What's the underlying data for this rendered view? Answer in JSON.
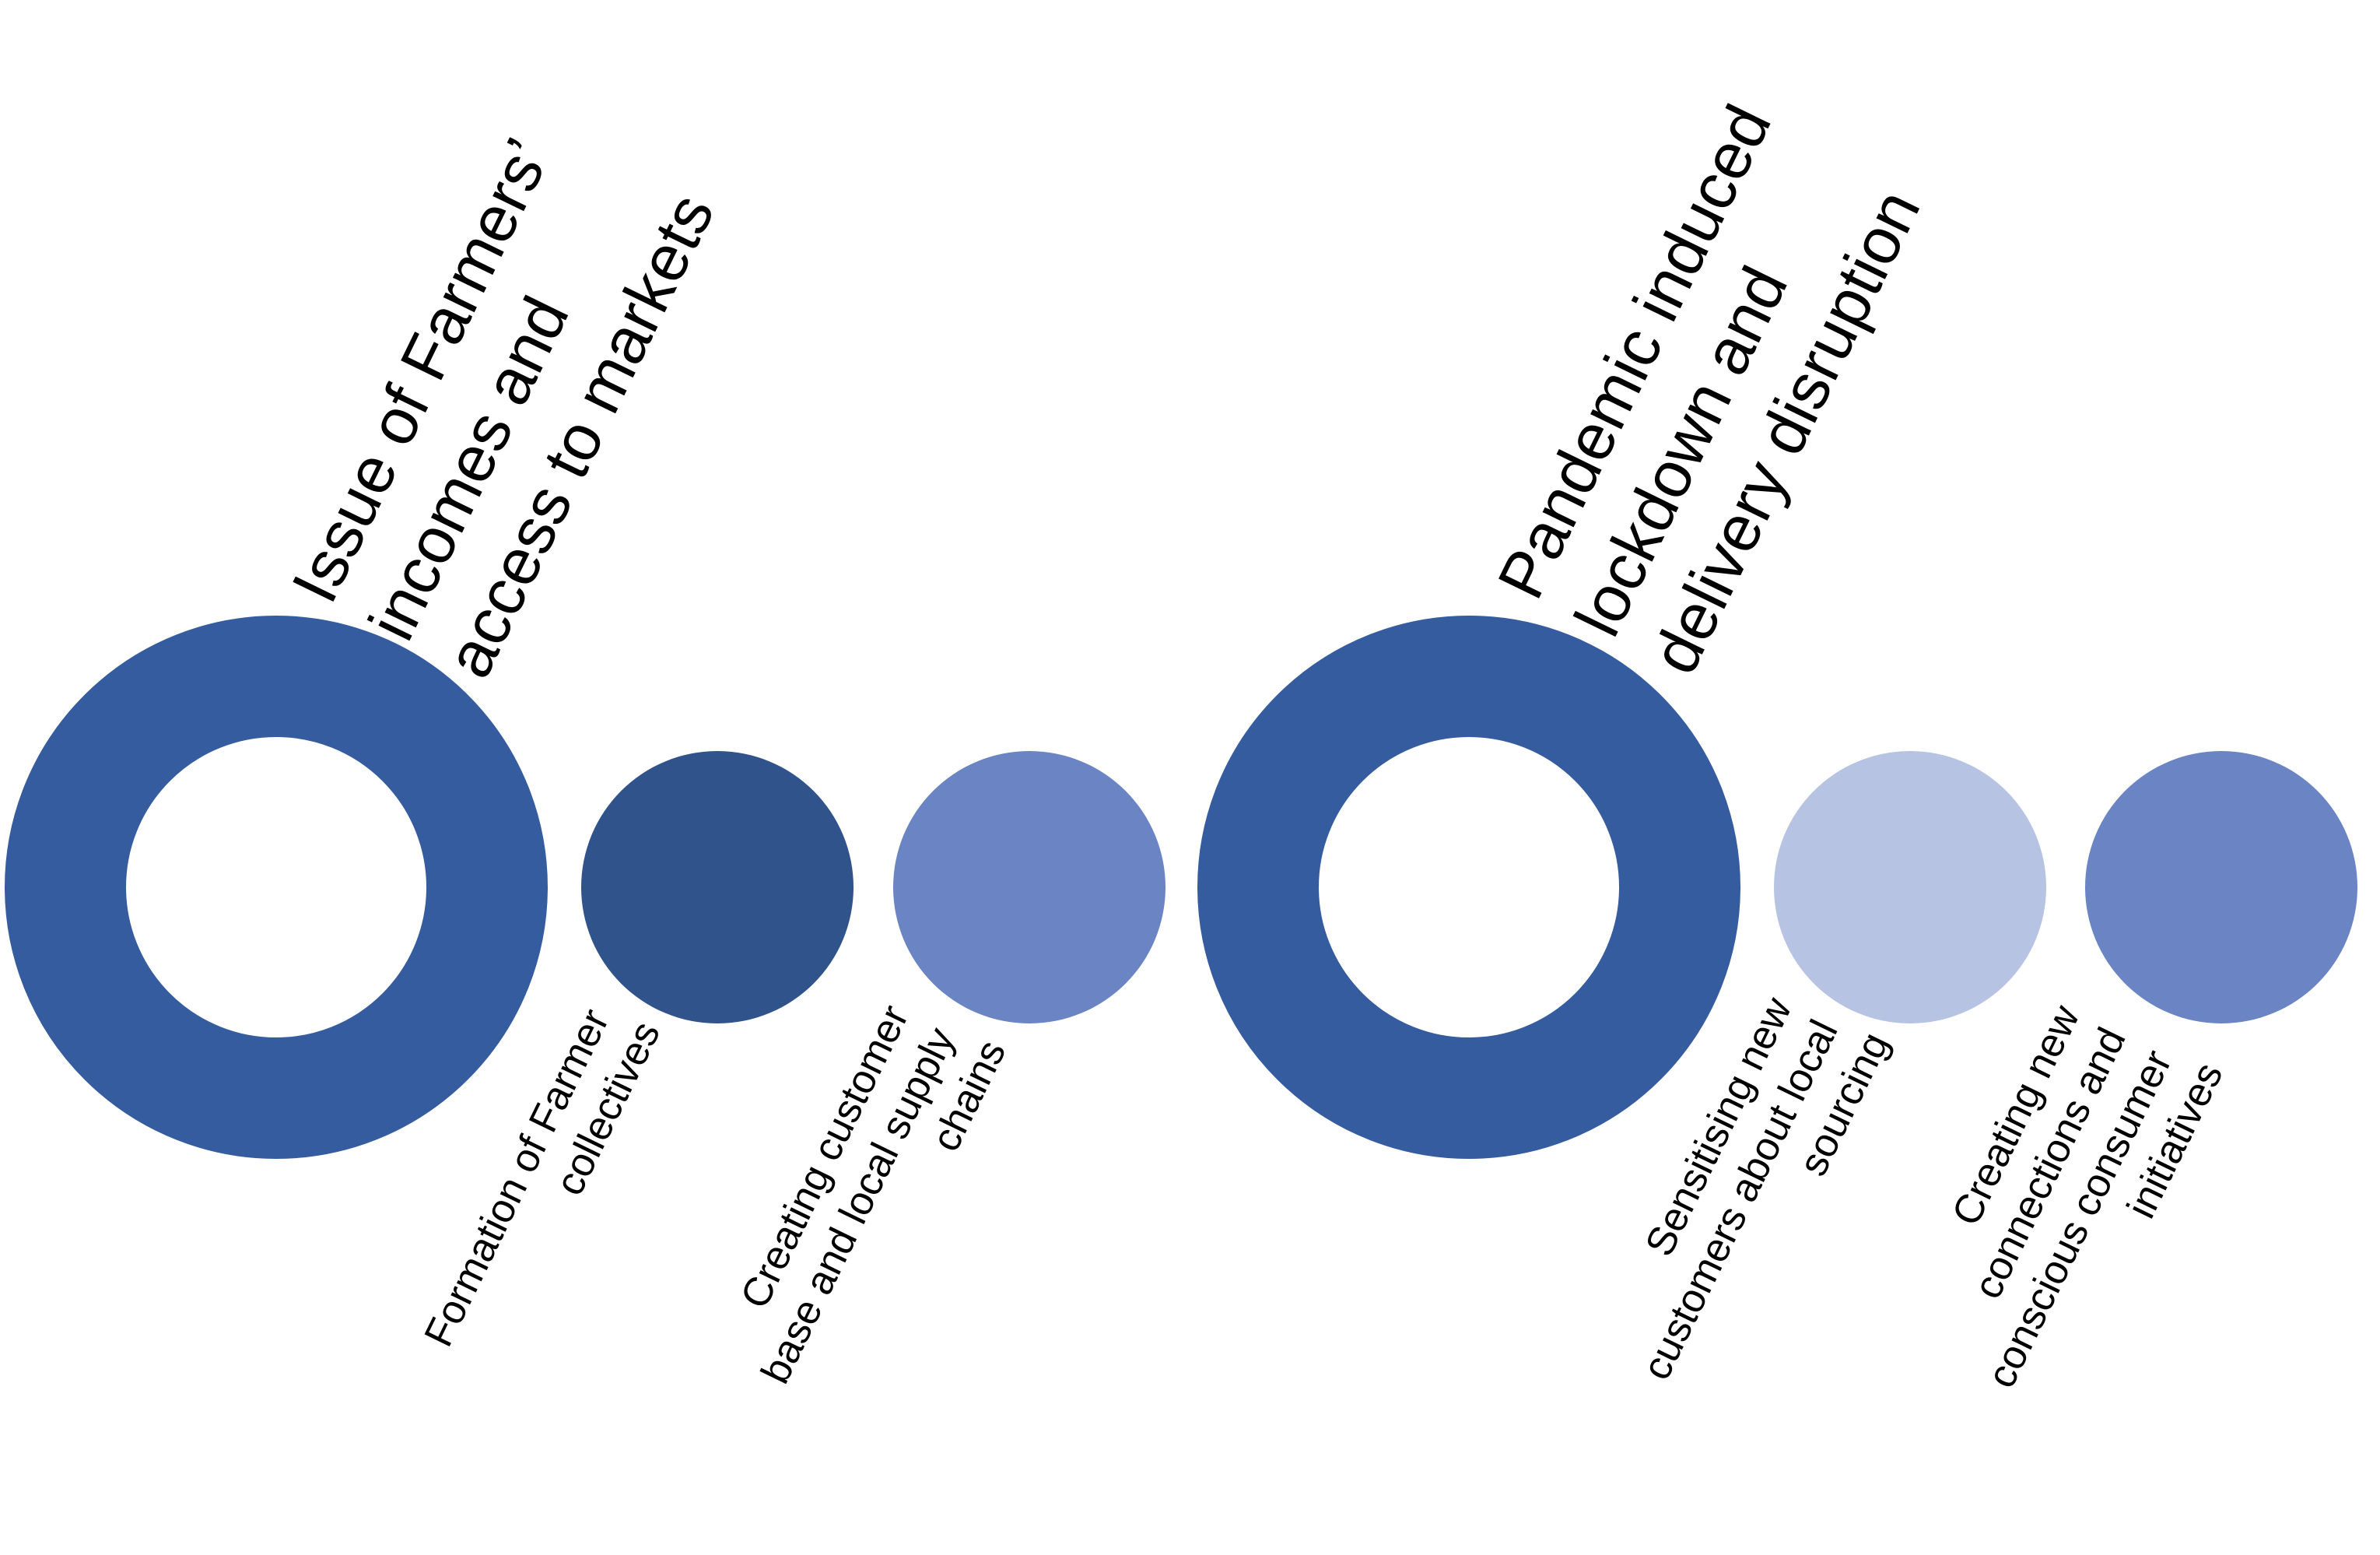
{
  "colors": {
    "ring": "#355c9e",
    "step_dark": "#30538c",
    "step_medium": "#6a84c4",
    "step_light": "#b7c3e2",
    "background": "#ffffff",
    "text": "#000000"
  },
  "groups": [
    {
      "heading": [
        "Issue of Farmers’",
        "incomes and",
        "access to markets"
      ],
      "steps": [
        {
          "lines": [
            "Formation of Farmer",
            "collectives"
          ],
          "shade": "dark"
        },
        {
          "lines": [
            "Creating customer",
            "base and local supply",
            "chains"
          ],
          "shade": "medium"
        }
      ]
    },
    {
      "heading": [
        "Pandemic induced",
        "lockdown and",
        "delivery disruption"
      ],
      "steps": [
        {
          "lines": [
            "Sensitising new",
            "customers about local",
            "sourcing"
          ],
          "shade": "light"
        },
        {
          "lines": [
            "Creating new",
            "connections and",
            "conscious consumer",
            "initiatives"
          ],
          "shade": "medium"
        }
      ]
    }
  ]
}
